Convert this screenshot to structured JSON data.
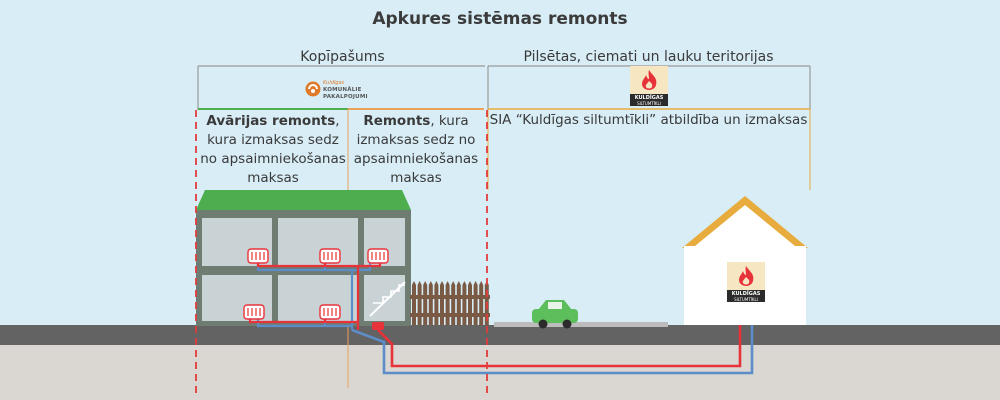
{
  "title": "Apkures sistēmas remonts",
  "sections": {
    "left_header": "Kopīpašums",
    "right_header": "Pilsētas, ciemati un lauku teritorijas"
  },
  "logos": {
    "left": {
      "line1": "Kuldīgas",
      "line2": "KOMUNĀLIE",
      "line3": "PAKALPOJUMI"
    },
    "right": {
      "line1": "KULDĪGAS",
      "line2": "SILTUMTĪKLI"
    }
  },
  "boxes": {
    "emergency": {
      "bold": "Avārijas remonts",
      "rest": ", kura izmaksas sedz no apsaimniekošanas maksas"
    },
    "repair": {
      "bold": "Remonts",
      "rest": ", kura izmaksas sedz no apsaimniekošanas maksas"
    },
    "utility": {
      "text": "SIA “Kuldīgas siltumtīkli” atbildība un izmaksas"
    }
  },
  "colors": {
    "sky": "#d8edf6",
    "roof_green": "#4cae4c",
    "building": "#6f7c72",
    "window": "#c9d3d6",
    "ground": "#636363",
    "soil": "#dad6d2",
    "pipe_hot": "#e8323a",
    "pipe_cold": "#5b8ec8",
    "divider_red": "#e33b3b",
    "divider_orange": "#e8a25a",
    "house_roof": "#e7ac3d",
    "fence": "#7a5a45",
    "car": "#5cbf5c"
  }
}
